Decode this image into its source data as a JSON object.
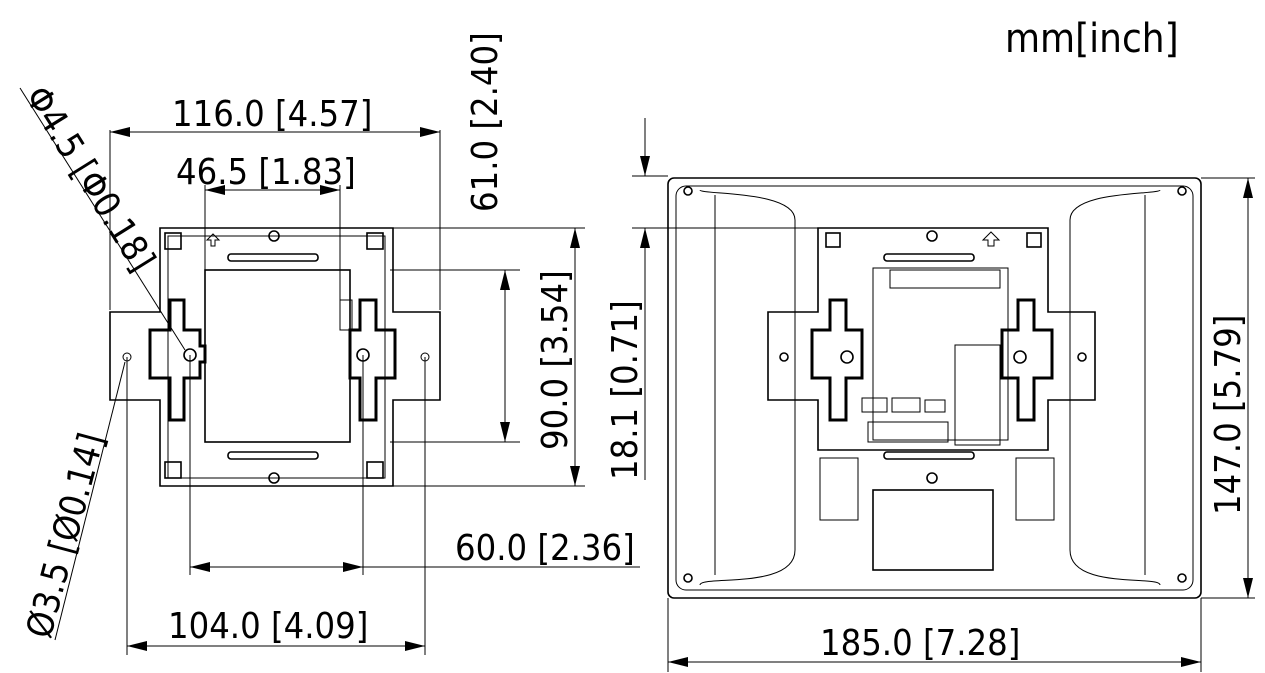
{
  "unit_label": "mm[inch]",
  "dimensions": {
    "bracket_width": "116.0 [4.57]",
    "slot_spacing": "46.5 [1.83]",
    "hole_large": "Φ4.5 [Φ0.18]",
    "hole_small": "Ø3.5 [Ø0.14]",
    "height_61": "61.0 [2.40]",
    "height_90": "90.0 [3.54]",
    "offset_18": "18.1 [0.71]",
    "height_147": "147.0 [5.79]",
    "width_60": "60.0 [2.36]",
    "width_104": "104.0 [4.09]",
    "width_185": "185.0 [7.28]"
  }
}
